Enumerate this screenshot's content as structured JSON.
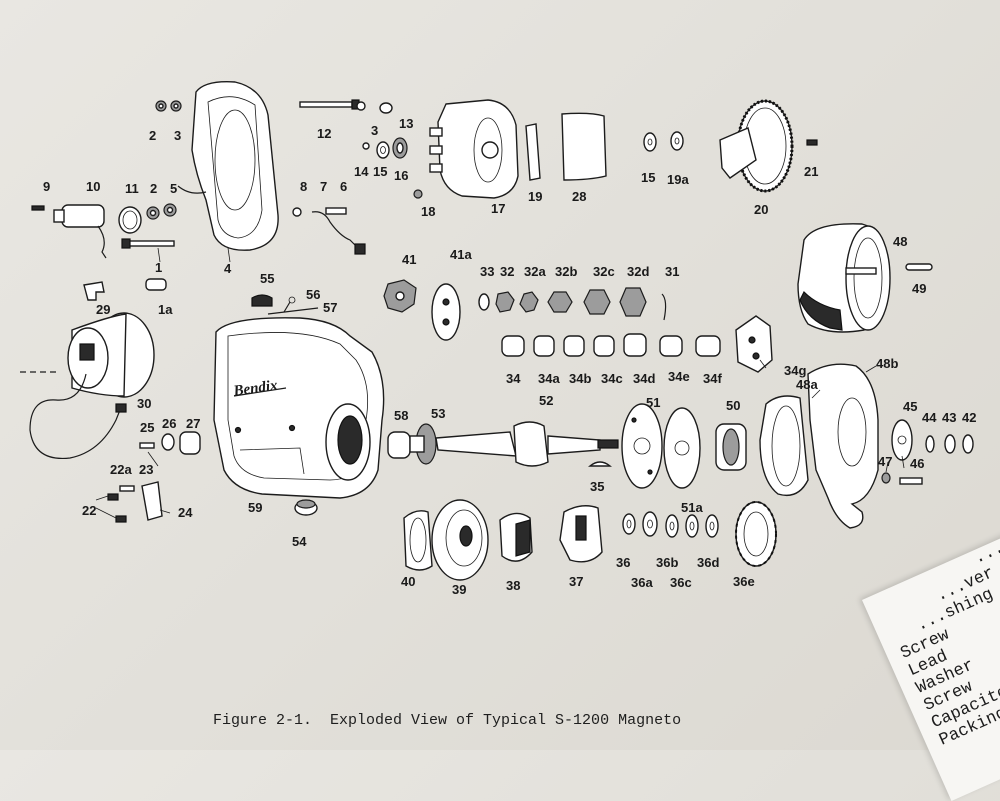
{
  "figure": {
    "caption": "Figure 2-1.  Exploded View of Typical S-1200 Magneto",
    "brand": "Bendix"
  },
  "parts": [
    "1",
    "1a",
    "2",
    "3",
    "4",
    "5",
    "6",
    "7",
    "8",
    "9",
    "10",
    "11",
    "12",
    "13",
    "14",
    "15",
    "16",
    "17",
    "18",
    "19",
    "19a",
    "20",
    "21",
    "22",
    "22a",
    "23",
    "24",
    "25",
    "26",
    "27",
    "28",
    "29",
    "30",
    "31",
    "32",
    "32a",
    "32b",
    "32c",
    "32d",
    "33",
    "34",
    "34a",
    "34b",
    "34c",
    "34d",
    "34e",
    "34f",
    "34g",
    "35",
    "36",
    "36a",
    "36b",
    "36c",
    "36d",
    "36e",
    "37",
    "38",
    "39",
    "40",
    "41",
    "41a",
    "42",
    "43",
    "44",
    "45",
    "46",
    "47",
    "48",
    "48a",
    "48b",
    "49",
    "50",
    "51",
    "51a",
    "52",
    "53",
    "54",
    "55",
    "56",
    "57",
    "58",
    "59"
  ],
  "corner_sheet_words": [
    "...el",
    "...ver",
    "...shing",
    "Screw",
    "Lead",
    "Washer",
    "Screw",
    "Capacitor",
    "Packing"
  ]
}
